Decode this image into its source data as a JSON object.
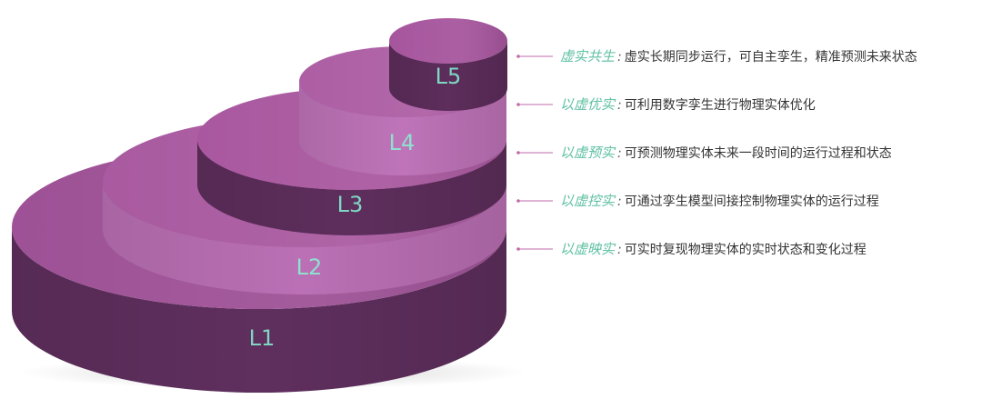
{
  "levels": [
    {
      "id": "L1",
      "label": "L1",
      "title": "以虚映实",
      "description": "可实时复现物理实体的实时状态和变化过程",
      "top_color": "#9e5196",
      "side_color": "#5f2f5e"
    },
    {
      "id": "L2",
      "label": "L2",
      "title": "以虚控实",
      "description": "可通过孪生模型间接控制物理实体的运行过程",
      "top_color": "#a95aa0",
      "side_color": "#bb70b5"
    },
    {
      "id": "L3",
      "label": "L3",
      "title": "以虚预实",
      "description": "可预测物理实体未来一段时间的运行过程和状态",
      "top_color": "#a9589f",
      "side_color": "#5e2e5c"
    },
    {
      "id": "L4",
      "label": "L4",
      "title": "以虚优实",
      "description": "可利用数字孪生进行物理实体优化",
      "top_color": "#ad5ea4",
      "side_color": "#bf74b9"
    },
    {
      "id": "L5",
      "label": "L5",
      "title": "虚实共生",
      "description": "虚实长期同步运行，可自主孪生，精准预测未来状态",
      "top_color": "#a6559d",
      "side_color": "#5d2d5b"
    }
  ],
  "separator": ":",
  "colors": {
    "title_green": "#5ec0a2",
    "label_teal": "#7fd6c4",
    "connector": "#c06aa8"
  }
}
